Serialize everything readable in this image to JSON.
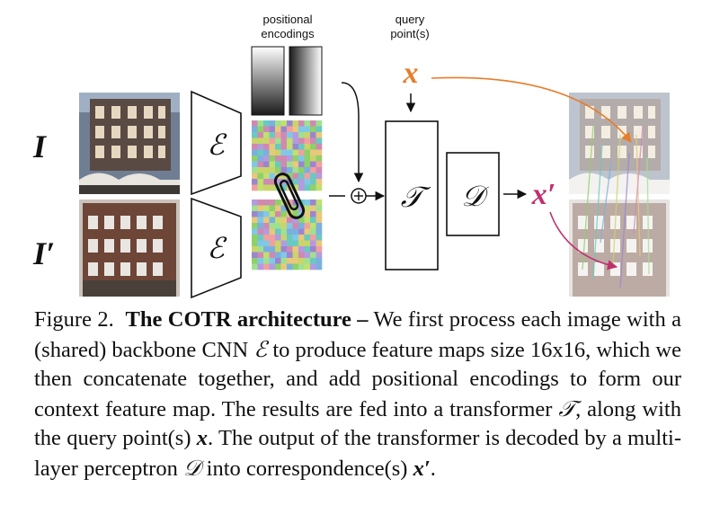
{
  "diagram": {
    "input_label_1": "I",
    "input_label_2": "I′",
    "encoder_label": "ℰ",
    "pos_enc_label_line1": "positional",
    "pos_enc_label_line2": "encodings",
    "query_label_line1": "query",
    "query_label_line2": "point(s)",
    "query_symbol": "x",
    "transformer_label": "𝒯",
    "decoder_label": "𝒟",
    "output_symbol": "x′",
    "plus_symbol": "+",
    "colors": {
      "query_orange": "#e87c2a",
      "output_magenta": "#c0306e",
      "box_stroke": "#111111"
    }
  },
  "caption": {
    "prefix": "Figure 2.",
    "bold_title": "The COTR architecture –",
    "text_1": "We first process each image with a (shared) backbone CNN",
    "sym_E": "ℰ",
    "text_2": "to produce feature maps size 16x16, which we then concatenate together, and add positional encodings to form our context feature map. The results are fed into a transformer",
    "sym_T": "𝒯",
    "text_3": ", along with the query point(s)",
    "sym_x": "x",
    "text_4": ". The output of the transformer is decoded by a multi-layer perceptron",
    "sym_D": "𝒟",
    "text_5": "into correspondence(s)",
    "sym_xp": "x′",
    "text_6": "."
  }
}
